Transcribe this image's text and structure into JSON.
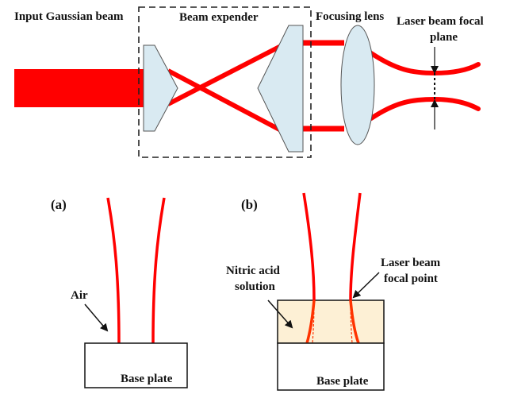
{
  "top": {
    "input_label": "Input Gaussian beam",
    "expander_label": "Beam expender",
    "lens_label": "Focusing lens",
    "focal_plane_label_line1": "Laser beam focal",
    "focal_plane_label_line2": "plane"
  },
  "panel_a": {
    "tag": "(a)",
    "medium_label": "Air",
    "plate_label": "Base plate"
  },
  "panel_b": {
    "tag": "(b)",
    "solution_label_line1": "Nitric acid",
    "solution_label_line2": "solution",
    "focal_point_label_line1": "Laser beam",
    "focal_point_label_line2": "focal point",
    "plate_label": "Base plate"
  },
  "colors": {
    "beam": "#ff0000",
    "optic_fill": "#d9eaf2",
    "solution_fill": "#fdf0d5",
    "outline": "#111111"
  }
}
